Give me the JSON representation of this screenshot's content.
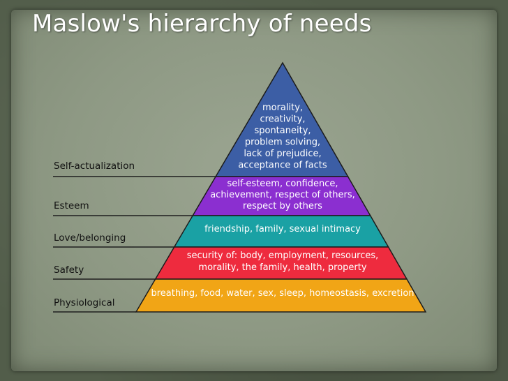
{
  "title": "Maslow's hierarchy of needs",
  "levels": [
    {
      "label": "Self-actualization",
      "color": "#3c5ea5",
      "lines": [
        "morality,",
        "creativity,",
        "spontaneity,",
        "problem solving,",
        "lack of prejudice,",
        "acceptance of facts"
      ]
    },
    {
      "label": "Esteem",
      "color": "#8b2fd0",
      "lines": [
        "self-esteem, confidence,",
        "achievement, respect of others,",
        "respect by others"
      ]
    },
    {
      "label": "Love/belonging",
      "color": "#1aa1a4",
      "lines": [
        "friendship, family, sexual intimacy"
      ]
    },
    {
      "label": "Safety",
      "color": "#ee2b3e",
      "lines": [
        "security of: body, employment, resources,",
        "morality, the family, health, property"
      ]
    },
    {
      "label": "Physiological",
      "color": "#f1a516",
      "lines": [
        "breathing, food, water, sex, sleep, homeostasis, excretion"
      ]
    }
  ]
}
